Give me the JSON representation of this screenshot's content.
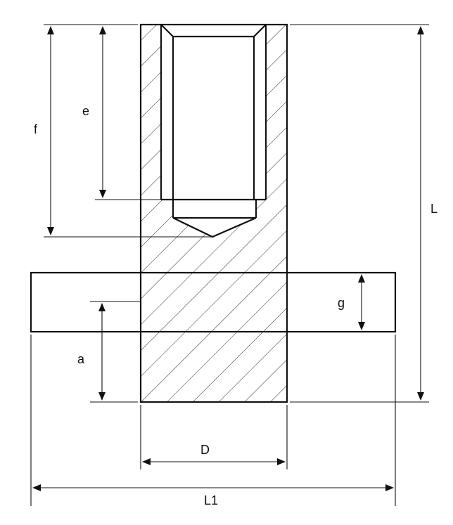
{
  "diagram": {
    "labels": {
      "f": "f",
      "e": "e",
      "L": "L",
      "g": "g",
      "a": "a",
      "D": "D",
      "L1": "L1"
    },
    "colors": {
      "line": "#111111",
      "background": "#ffffff"
    }
  }
}
